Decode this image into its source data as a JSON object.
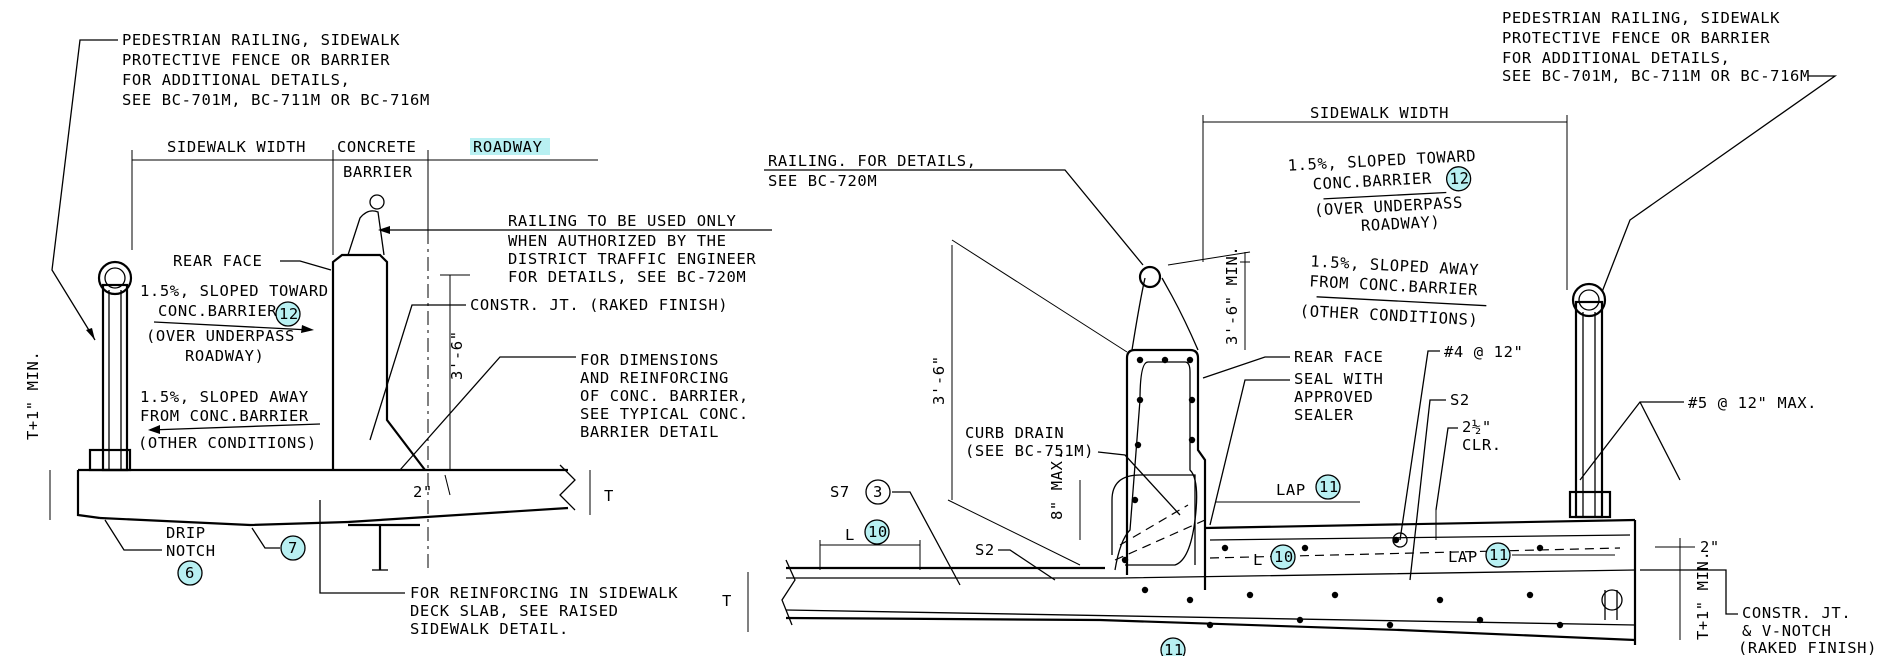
{
  "left_detail": {
    "note_railing": [
      "PEDESTRIAN RAILING, SIDEWALK",
      "PROTECTIVE FENCE OR BARRIER",
      "FOR ADDITIONAL DETAILS,",
      "SEE BC-701M, BC-711M OR BC-716M"
    ],
    "sidewalk_width": "SIDEWALK WIDTH",
    "concrete_barrier": [
      "CONCRETE",
      "BARRIER"
    ],
    "roadway": "ROADWAY",
    "railing_note": [
      "RAILING TO BE USED ONLY",
      "WHEN AUTHORIZED BY THE",
      "DISTRICT TRAFFIC ENGINEER",
      "FOR DETAILS, SEE BC-720M"
    ],
    "rear_face": "REAR FACE",
    "slope_toward": [
      "1.5%, SLOPED TOWARD",
      "CONC.BARRIER"
    ],
    "over_underpass": [
      "(OVER UNDERPASS",
      "ROADWAY)"
    ],
    "slope_away": [
      "1.5%, SLOPED AWAY",
      "FROM CONC.BARRIER"
    ],
    "other_conditions": "(OTHER CONDITIONS)",
    "constr_jt": "CONSTR. JT. (RAKED FINISH)",
    "dims_note": [
      "FOR DIMENSIONS",
      "AND REINFORCING",
      "OF CONC. BARRIER,",
      "SEE TYPICAL CONC.",
      "BARRIER DETAIL"
    ],
    "height_dim": "3'-6\"",
    "min_dim": "T+1\" MIN.",
    "two_in": "2\"",
    "t_dim": "T",
    "drip_notch": [
      "DRIP",
      "NOTCH"
    ],
    "reinf_note": [
      "FOR REINFORCING IN SIDEWALK",
      "DECK SLAB, SEE RAISED",
      "SIDEWALK DETAIL."
    ],
    "bubbles": {
      "b12": "12",
      "b6": "6",
      "b7": "7"
    }
  },
  "right_detail": {
    "note_railing": [
      "PEDESTRIAN RAILING, SIDEWALK",
      "PROTECTIVE FENCE OR BARRIER",
      "FOR ADDITIONAL DETAILS,",
      "SEE BC-701M, BC-711M OR BC-716M"
    ],
    "sidewalk_width": "SIDEWALK WIDTH",
    "railing_details": [
      "RAILING. FOR DETAILS,",
      "SEE BC-720M"
    ],
    "slope_toward": [
      "1.5%, SLOPED TOWARD",
      "CONC.BARRIER"
    ],
    "over_underpass": [
      "(OVER UNDERPASS",
      "ROADWAY)"
    ],
    "slope_away": [
      "1.5%, SLOPED AWAY",
      "FROM CONC.BARRIER"
    ],
    "other_conditions": "(OTHER CONDITIONS)",
    "min_36": "3'-6\" MIN.",
    "height_36": "3'-6\"",
    "rear_face": "REAR FACE",
    "seal": [
      "SEAL WITH",
      "APPROVED",
      "SEALER"
    ],
    "bar4": "#4 @ 12\"",
    "s2_top": "S2",
    "clr": [
      "2½\"",
      "CLR."
    ],
    "bar5": "#5 @ 12\" MAX.",
    "curb_drain": [
      "CURB DRAIN",
      "(SEE BC-751M)"
    ],
    "eight_max": "8\" MAX.",
    "s7": "S7",
    "lap_label": "LAP",
    "l_label": "L",
    "s2_left": "S2",
    "t_dim": "T",
    "two_in": "2\"",
    "tmin": "T+1\" MIN.",
    "constr_jt": [
      "CONSTR. JT.",
      "& V-NOTCH",
      "(RAKED FINISH)"
    ],
    "bubbles": {
      "b3": "3",
      "b10": "10",
      "b11": "11",
      "b12": "12"
    }
  }
}
